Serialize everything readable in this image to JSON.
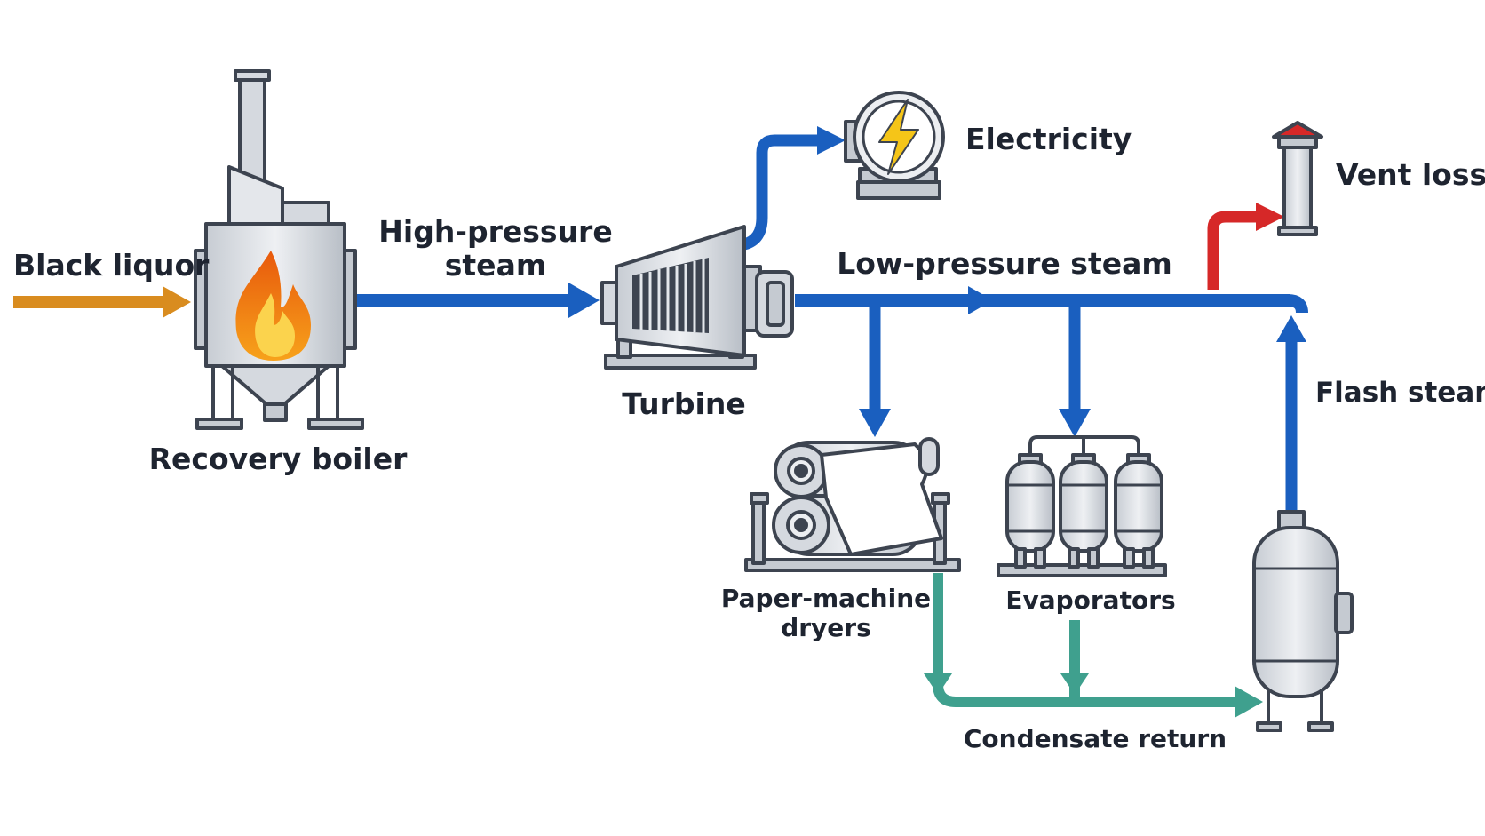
{
  "labels": {
    "black_liquor": "Black liquor",
    "recovery_boiler": "Recovery boiler",
    "high_pressure_line1": "High-pressure",
    "high_pressure_line2": "steam",
    "turbine": "Turbine",
    "electricity": "Electricity",
    "low_pressure_steam": "Low-pressure steam",
    "vent_loss": "Vent loss",
    "flash_steam": "Flash steam",
    "paper_machine_line1": "Paper-machine",
    "paper_machine_line2": "dryers",
    "evaporators": "Evaporators",
    "condensate_return": "Condensate return"
  },
  "colors": {
    "feed": "#d98c1f",
    "steam": "#1a5fbf",
    "vent": "#d62828",
    "condensate": "#3fa08e",
    "equipment_fill": "#d5d9df",
    "outline": "#3d4450"
  },
  "icons": {
    "boiler": "recovery-boiler-icon",
    "turbine": "turbine-icon",
    "generator": "generator-lightning-icon",
    "vent": "vent-stack-icon",
    "dryers": "paper-machine-dryer-icon",
    "evaporators": "evaporator-tanks-icon",
    "flash_tank": "flash-tank-icon"
  }
}
